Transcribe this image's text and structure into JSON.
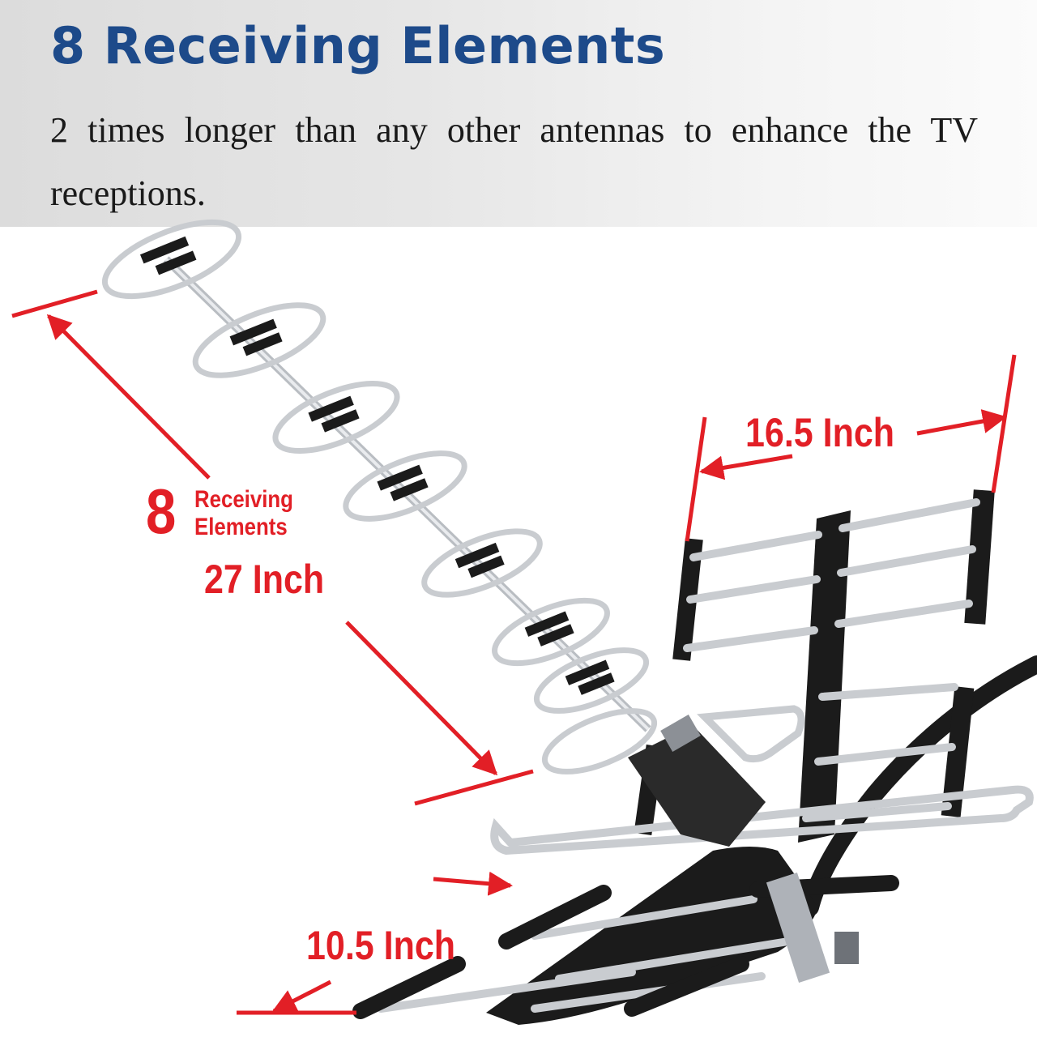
{
  "header": {
    "title": "8 Receiving Elements",
    "subtitle": "2 times longer than any other antennas to enhance the TV receptions."
  },
  "annotations": {
    "elements_count": "8",
    "elements_label_line1": "Receiving",
    "elements_label_line2": "Elements",
    "length": "27 Inch",
    "width_top": "16.5 Inch",
    "width_bottom": "10.5 Inch"
  },
  "colors": {
    "title_blue": "#1d4a8a",
    "annotation_red": "#e21f26",
    "frame_black": "#1b1b1b",
    "rod_silver": "#c9ccd0"
  }
}
